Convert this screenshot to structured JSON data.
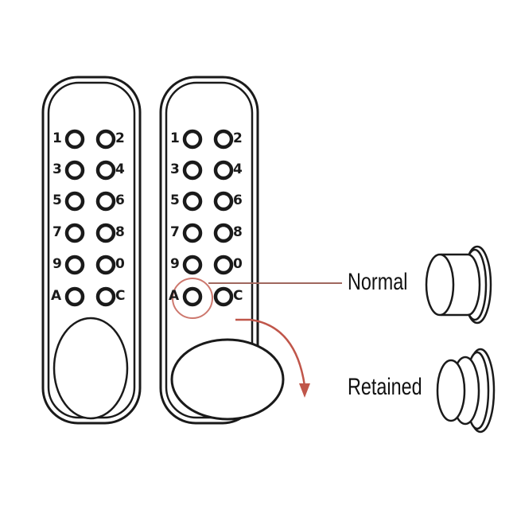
{
  "diagram": {
    "title": "",
    "keypad_left": {
      "rows": [
        [
          "1",
          "2"
        ],
        [
          "3",
          "4"
        ],
        [
          "5",
          "6"
        ],
        [
          "7",
          "8"
        ],
        [
          "9",
          "0"
        ],
        [
          "A",
          "C"
        ]
      ]
    },
    "keypad_right": {
      "rows": [
        [
          "1",
          "2"
        ],
        [
          "3",
          "4"
        ],
        [
          "5",
          "6"
        ],
        [
          "7",
          "8"
        ],
        [
          "9",
          "0"
        ],
        [
          "A",
          "C"
        ]
      ],
      "highlighted_key": "A"
    },
    "labels": {
      "normal": "Normal",
      "retained": "Retained"
    },
    "colors": {
      "outline": "#1a1a1a",
      "accent": "#c0564a"
    }
  }
}
